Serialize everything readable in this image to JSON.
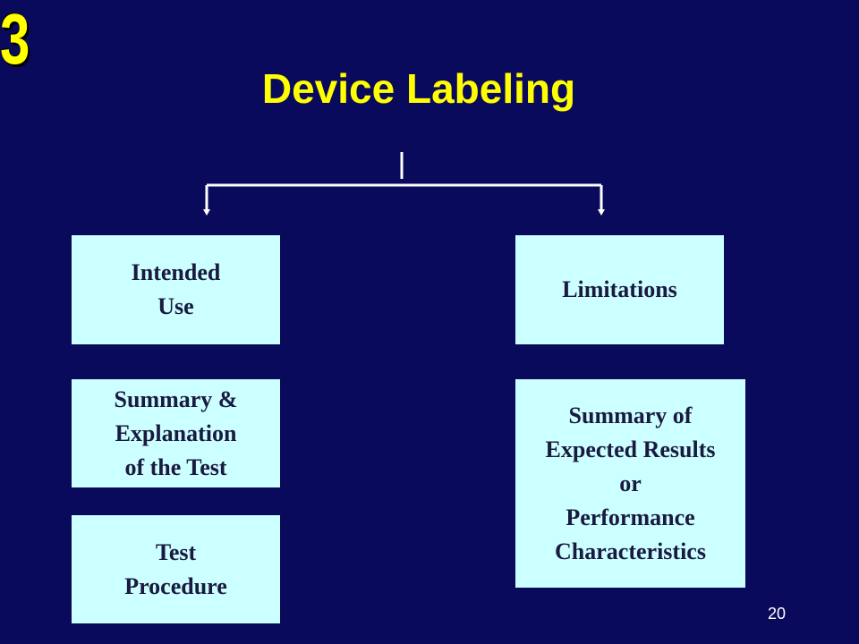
{
  "slide": {
    "badge": "3",
    "title": "Device Labeling",
    "page_number": "20"
  },
  "boxes": {
    "intended_use": "Intended\nUse",
    "summary_explanation": "Summary &\nExplanation\nof the Test",
    "test_procedure": "Test\nProcedure",
    "limitations": "Limitations",
    "summary_results": "Summary of\nExpected Results\nor\nPerformance\nCharacteristics"
  },
  "colors": {
    "background": "#0a0a5c",
    "title": "#ffff00",
    "box_fill": "#ccffff",
    "box_text": "#1a1a40",
    "connector": "#ffffff"
  }
}
